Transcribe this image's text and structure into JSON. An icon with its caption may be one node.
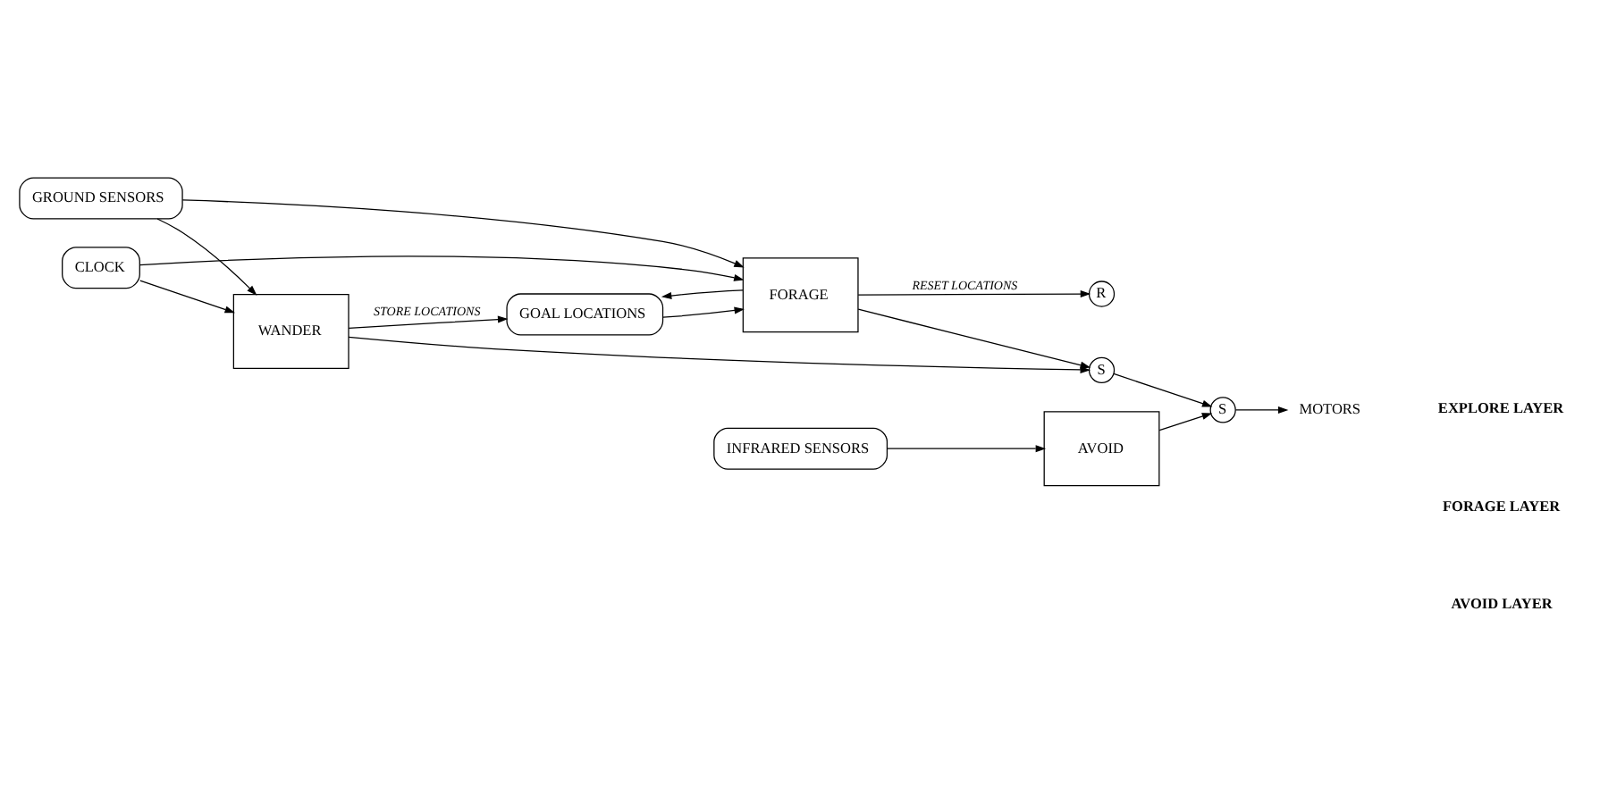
{
  "diagram": {
    "nodes": [
      {
        "text": [
          "WANDER"
        ]
      },
      {
        "text": [
          "CLOCK"
        ]
      },
      {
        "text": [
          "GROUND SENSORS"
        ]
      },
      {
        "text": [
          "R"
        ]
      },
      {
        "text": [
          "GOAL LOCATIONS"
        ]
      },
      {
        "text": [
          "FORAGE"
        ]
      },
      {
        "text": [
          "S"
        ]
      },
      {
        "text": [
          "INFRARED SENSORS"
        ]
      },
      {
        "text": [
          "AVOID"
        ]
      },
      {
        "text": [
          "S"
        ]
      },
      {
        "text": [
          "MOTORS"
        ]
      }
    ],
    "edges": [
      {
        "from": 1,
        "to": 0,
        "arrow": "to"
      },
      {
        "from": 2,
        "to": 0,
        "arrow": "to"
      },
      {
        "from": 1,
        "to": 5,
        "arrow": "to"
      },
      {
        "from": 2,
        "to": 5,
        "arrow": "to"
      },
      {
        "from": 0,
        "to": 4,
        "arrow": "to",
        "label": "STORE LOCATIONS"
      },
      {
        "from": 5,
        "to": 4,
        "arrow": "to"
      },
      {
        "from": 5,
        "to": 3,
        "arrow": "to",
        "label": "RESET LOCATIONS"
      },
      {
        "from": 4,
        "to": 5,
        "arrow": "to"
      },
      {
        "from": 0,
        "to": 6,
        "arrow": "to"
      },
      {
        "from": 5,
        "to": 6,
        "arrow": "to"
      },
      {
        "from": 7,
        "to": 8,
        "arrow": "to"
      },
      {
        "from": 6,
        "to": 9,
        "arrow": "to"
      },
      {
        "from": 8,
        "to": 9,
        "arrow": "to"
      },
      {
        "from": 9,
        "to": 10,
        "arrow": "to"
      }
    ],
    "labels": [
      "EXPLORE LAYER",
      "FORAGE LAYER",
      "AVOID LAYER"
    ]
  }
}
